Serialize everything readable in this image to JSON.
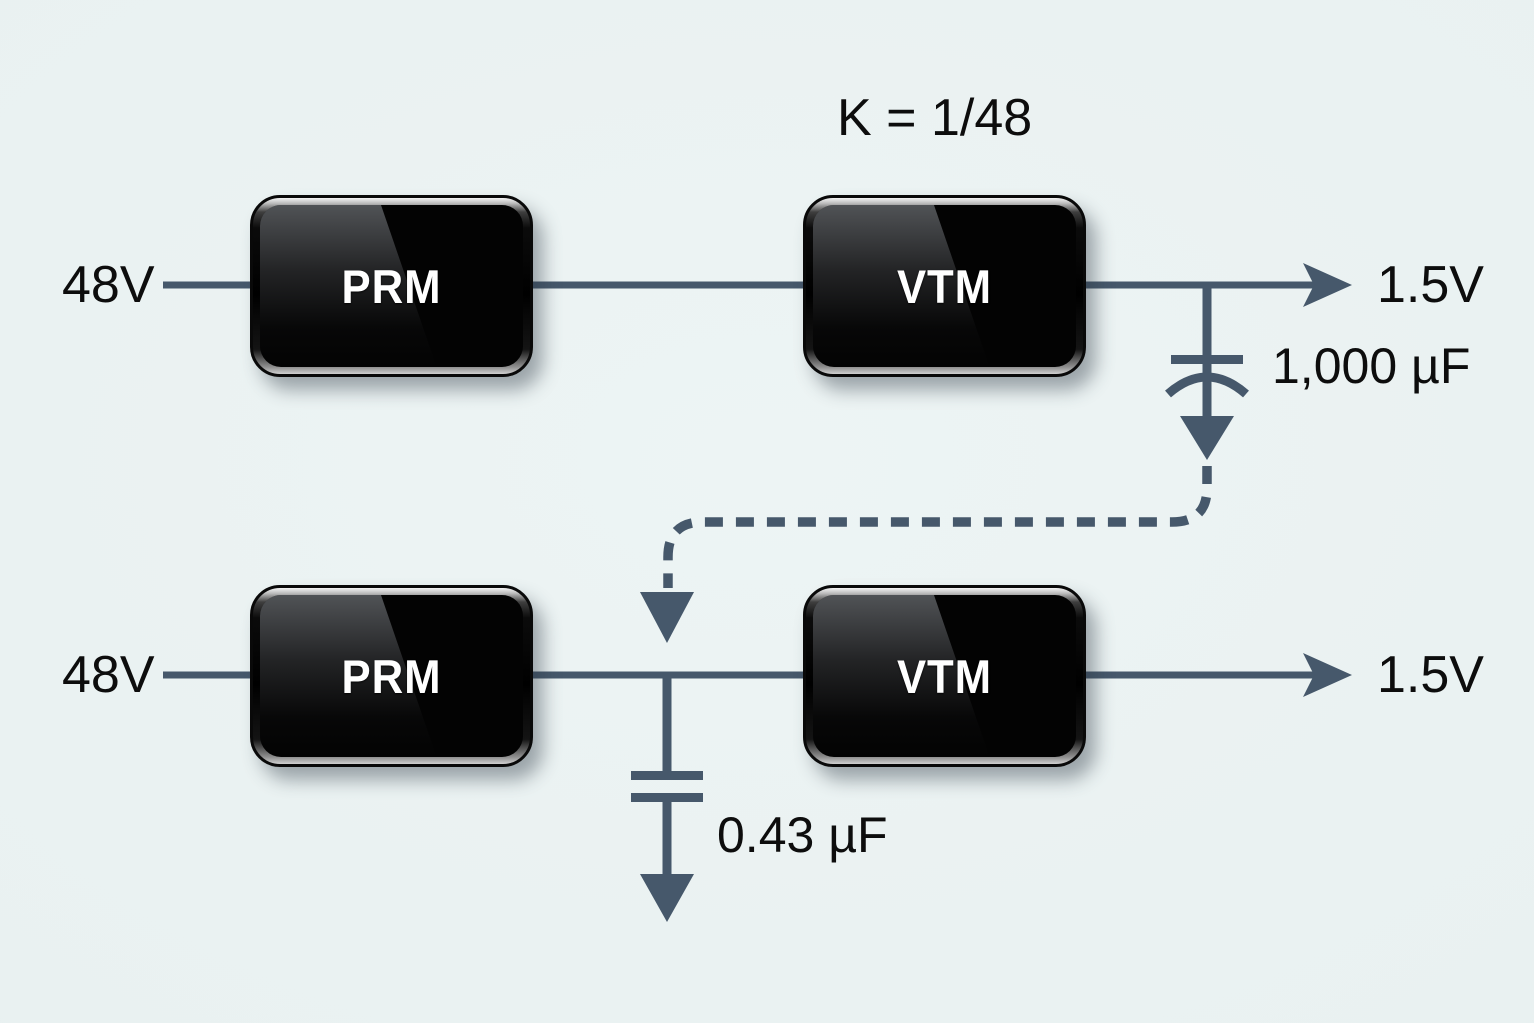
{
  "diagram": {
    "title_hint": "PRM-VTM factorized power capacitor relocation schematic",
    "k_ratio": "K = 1/48",
    "colors": {
      "background": "#e9f1f1",
      "wire": "#46586b",
      "text": "#0d0d0d",
      "module_face": "#030303",
      "module_label": "#ffffff"
    },
    "top": {
      "input": "48V",
      "prm": "PRM",
      "vtm": "VTM",
      "output": "1.5V",
      "cap": "1,000 µF"
    },
    "bottom": {
      "input": "48V",
      "prm": "PRM",
      "vtm": "VTM",
      "output": "1.5V",
      "cap": "0.43 µF"
    }
  }
}
